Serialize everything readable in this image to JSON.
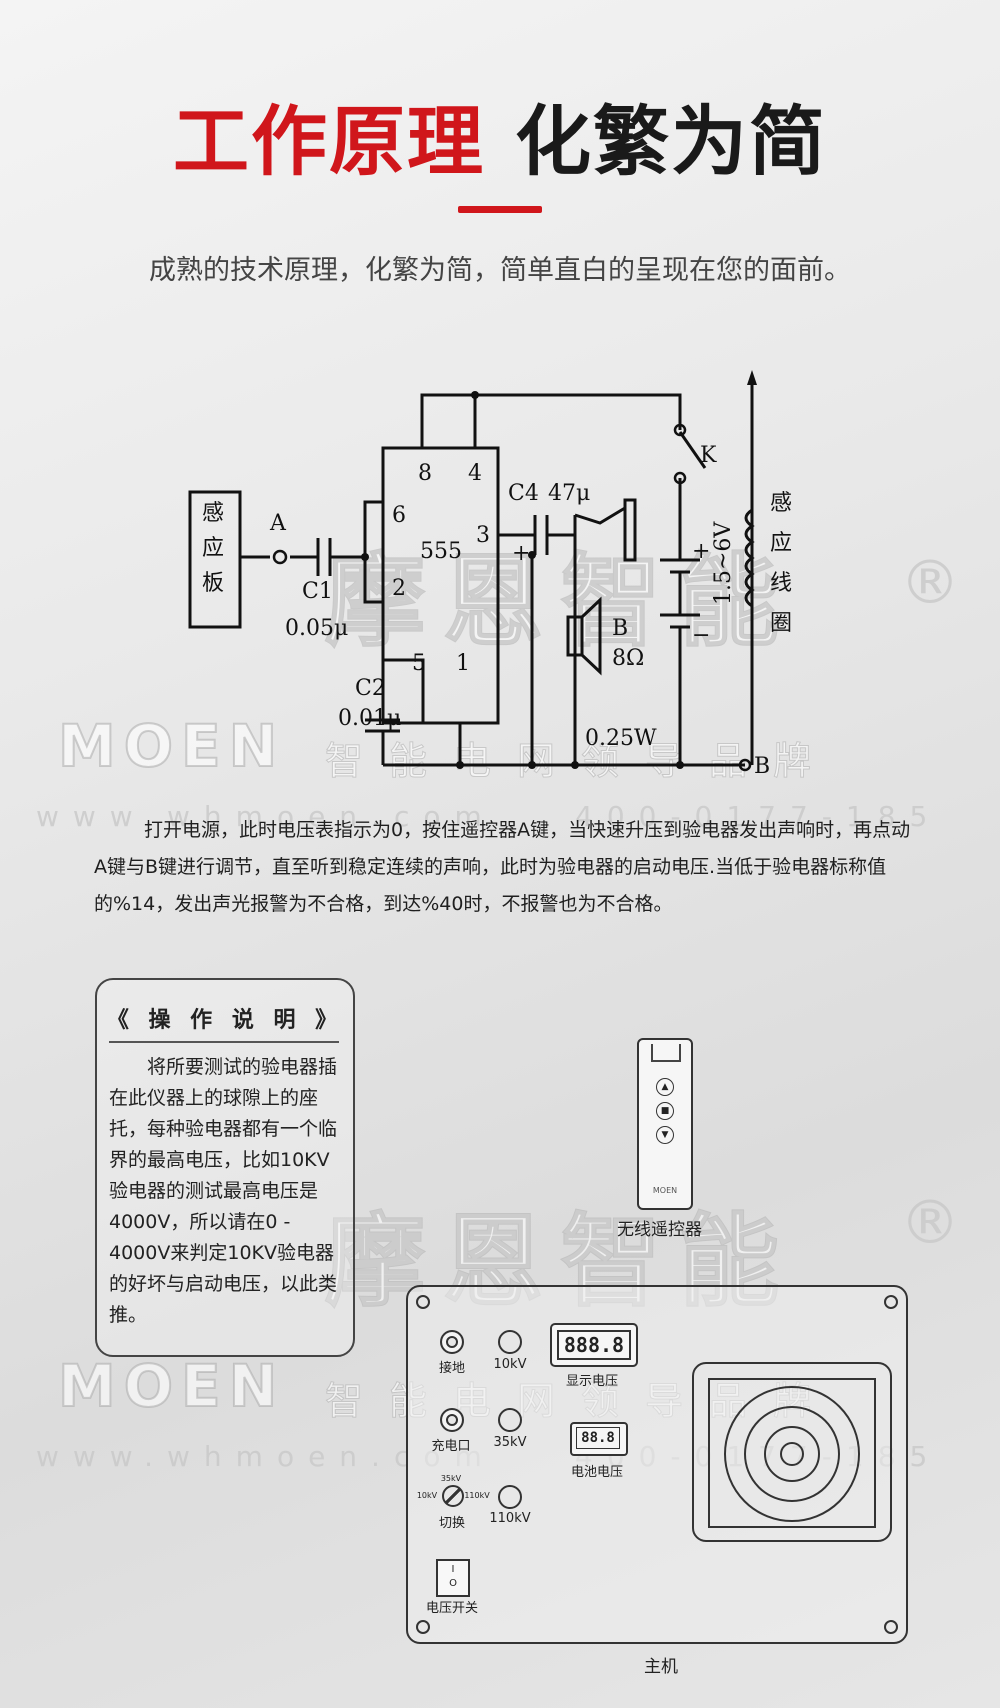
{
  "header": {
    "title_red": "工作原理",
    "title_dark": "化繁为简",
    "subtitle": "成熟的技术原理，化繁为简，简单直白的呈现在您的面前。"
  },
  "circuit": {
    "sensor_label": "感应板",
    "coil_label": "感应线圈",
    "point_a": "A",
    "point_b": "B",
    "switch_label": "K",
    "chip_label": "555",
    "pin_8": "8",
    "pin_4": "4",
    "pin_6": "6",
    "pin_3": "3",
    "pin_2": "2",
    "pin_5": "5",
    "pin_1": "1",
    "c1_name": "C1",
    "c1_value": "0.05μ",
    "c2_name": "C2",
    "c2_value": "0.01μ",
    "c4_name": "C4",
    "c4_value": "47μ",
    "speaker_name": "B",
    "speaker_ohm": "8Ω",
    "speaker_watt": "0.25W",
    "battery_label": "1.5~6V"
  },
  "description": "打开电源，此时电压表指示为0，按住遥控器A键，当快速升压到验电器发出声响时，再点动A键与B键进行调节，直至听到稳定连续的声响，此时为验电器的启动电压.当低于验电器标称值的%14，发出声光报警为不合格，到达%40时，不报警也为不合格。",
  "operation": {
    "title": "《 操 作 说 明 》",
    "text": "将所要测试的验电器插在此仪器上的球隙上的座托，每种验电器都有一个临界的最高电压，比如10KV验电器的测试最高电压是4000V，所以请在0 - 4000V来判定10KV验电器的好坏与启动电压，以此类推。"
  },
  "remote": {
    "caption": "无线遥控器",
    "brand": "MOEN"
  },
  "device": {
    "caption": "主机",
    "ground": "接地",
    "charge_port": "充电口",
    "kv10": "10kV",
    "kv35": "35kV",
    "kv110": "110kV",
    "switch_caption": "切换",
    "switch_10": "10kV",
    "switch_35": "35kV",
    "switch_110": "110kV",
    "voltage_display": "888.8",
    "voltage_display_label": "显示电压",
    "battery_display": "88.8",
    "battery_display_label": "电池电压",
    "power_switch": "电压开关",
    "power_on": "I",
    "power_off": "O"
  },
  "watermark": {
    "brand_cn": "摩恩智能",
    "brand_en": "MOEN",
    "slogan": "智能电网领导品牌",
    "url": "www.whmoen.com",
    "phone": "400-0177-185",
    "reg": "®"
  },
  "colors": {
    "accent": "#d0161b",
    "dark": "#1a1a1a"
  }
}
